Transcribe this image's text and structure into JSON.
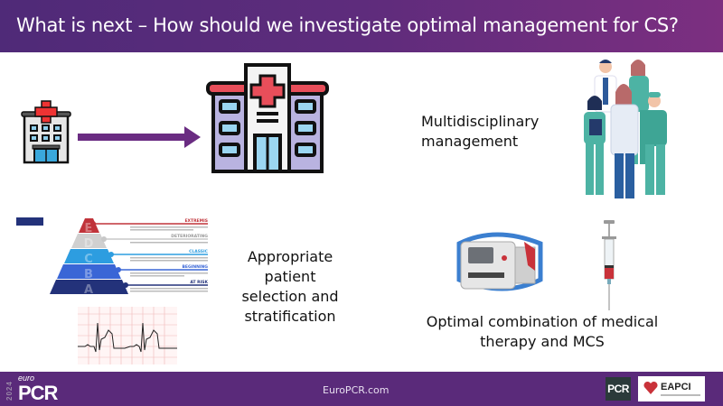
{
  "header": {
    "title": "What is next – How should we investigate optimal management for CS?"
  },
  "sections": {
    "multidisciplinary": "Multidisciplinary\nmanagement",
    "multidisciplinary_line1": "Multidisciplinary",
    "multidisciplinary_line2": "management",
    "selection_line1": "Appropriate",
    "selection_line2": "patient",
    "selection_line3": "selection and",
    "selection_line4": "stratification",
    "combination_line1": "Optimal combination of medical",
    "combination_line2": "therapy and MCS"
  },
  "pyramid": {
    "levels": [
      {
        "letter": "E",
        "label": "EXTREMIS",
        "color": "#c0333a"
      },
      {
        "letter": "D",
        "label": "DETERIORATING",
        "color": "#c8c8c8"
      },
      {
        "letter": "C",
        "label": "CLASSIC",
        "color": "#2d9de0"
      },
      {
        "letter": "B",
        "label": "BEGINNING",
        "color": "#3a66d6"
      },
      {
        "letter": "A",
        "label": "AT RISK",
        "color": "#23327a"
      }
    ]
  },
  "footer": {
    "year": "2024",
    "brand_small": "euro",
    "brand_large": "PCR",
    "url": "EuroPCR.com",
    "pcr_badge": "PCR",
    "eapci": "EAPCI"
  }
}
